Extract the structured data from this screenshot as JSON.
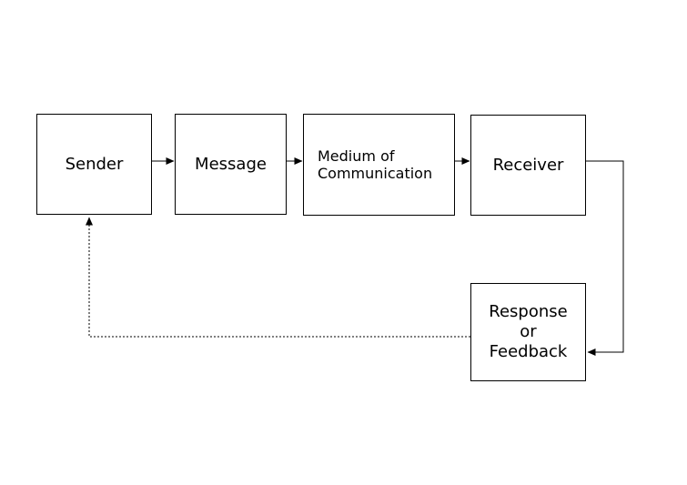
{
  "diagram": {
    "type": "flowchart",
    "background_color": "#ffffff",
    "line_color": "#000000",
    "text_color": "#000000",
    "nodes": {
      "sender": {
        "label": "Sender"
      },
      "message": {
        "label": "Message"
      },
      "medium": {
        "label": "Medium of\nCommunication"
      },
      "receiver": {
        "label": "Receiver"
      },
      "response": {
        "label": "Response\nor\nFeedback"
      }
    },
    "edges": [
      {
        "from": "sender",
        "to": "message",
        "style": "solid-arrow"
      },
      {
        "from": "message",
        "to": "medium",
        "style": "solid-arrow"
      },
      {
        "from": "medium",
        "to": "receiver",
        "style": "solid-arrow"
      },
      {
        "from": "receiver",
        "to": "response",
        "style": "solid-arrow"
      },
      {
        "from": "response",
        "to": "sender",
        "style": "dotted-arrow"
      }
    ]
  }
}
